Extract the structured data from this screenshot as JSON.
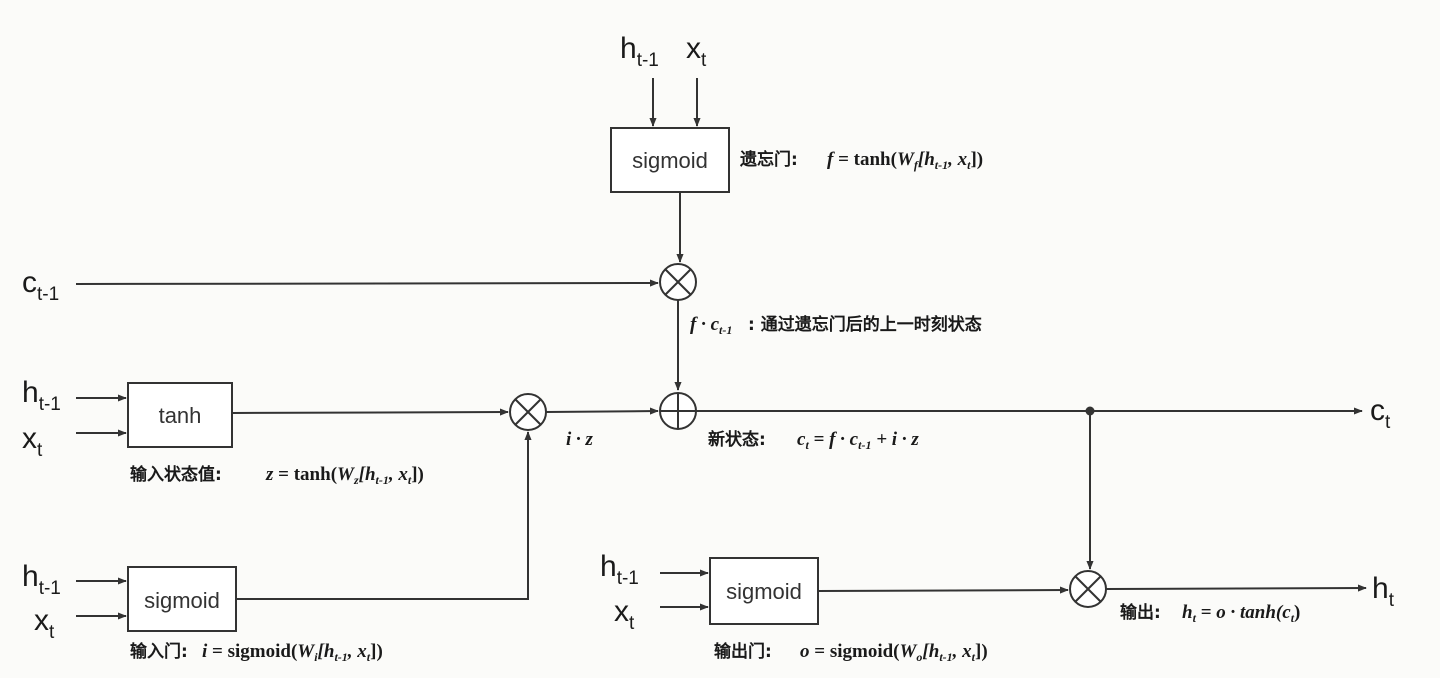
{
  "variables": {
    "h_prev_base": "h",
    "h_prev_sub": "t-1",
    "x_base": "x",
    "x_sub": "t",
    "c_prev_base": "c",
    "c_prev_sub": "t-1",
    "c_out_base": "c",
    "c_out_sub": "t",
    "h_out_base": "h",
    "h_out_sub": "t"
  },
  "boxes": {
    "forget": "sigmoid",
    "state": "tanh",
    "input": "sigmoid",
    "output": "sigmoid"
  },
  "annotations": {
    "forget_label": "遗忘门:",
    "forget_eq": {
      "f": "f",
      "eq": " = tanh(",
      "W": "W",
      "Wsub": "f",
      "open": "[",
      "h": "h",
      "hsub": "t-1",
      "comma": ", ",
      "x": "x",
      "xsub": "t",
      "close": "])"
    },
    "fc_left": "f · c",
    "fc_sub": "t-1",
    "fc_label": " : 通过遗忘门后的上一时刻状态",
    "iz": "i · z",
    "newstate_label": "新状态:",
    "newstate_eq": {
      "c": "c",
      "csub": "t",
      "eq": " = f · c",
      "csub2": "t-1",
      "rest": " + i · z"
    },
    "inputstate_label": "输入状态值:",
    "inputstate_eq": {
      "z": "z",
      "eq": " = tanh(",
      "W": "W",
      "Wsub": "z",
      "open": "[",
      "h": "h",
      "hsub": "t-1",
      "comma": ", ",
      "x": "x",
      "xsub": "t",
      "close": "])"
    },
    "inputgate_label": "输入门:",
    "inputgate_eq": {
      "i": "i",
      "eq": " = sigmoid(",
      "W": "W",
      "Wsub": "i",
      "open": "[",
      "h": "h",
      "hsub": "t-1",
      "comma": ", ",
      "x": "x",
      "xsub": "t",
      "close": "])"
    },
    "output_label": "输出:",
    "output_eq": {
      "h": "h",
      "hsub": "t",
      "eq": " = o · tanh(",
      "c": "c",
      "csub": "t",
      "close": ")"
    },
    "outputgate_label": "输出门:",
    "outputgate_eq": {
      "o": "o",
      "eq": " = sigmoid(",
      "W": "W",
      "Wsub": "o",
      "open": "[",
      "h": "h",
      "hsub": "t-1",
      "comma": ", ",
      "x": "x",
      "xsub": "t",
      "close": "])"
    }
  }
}
